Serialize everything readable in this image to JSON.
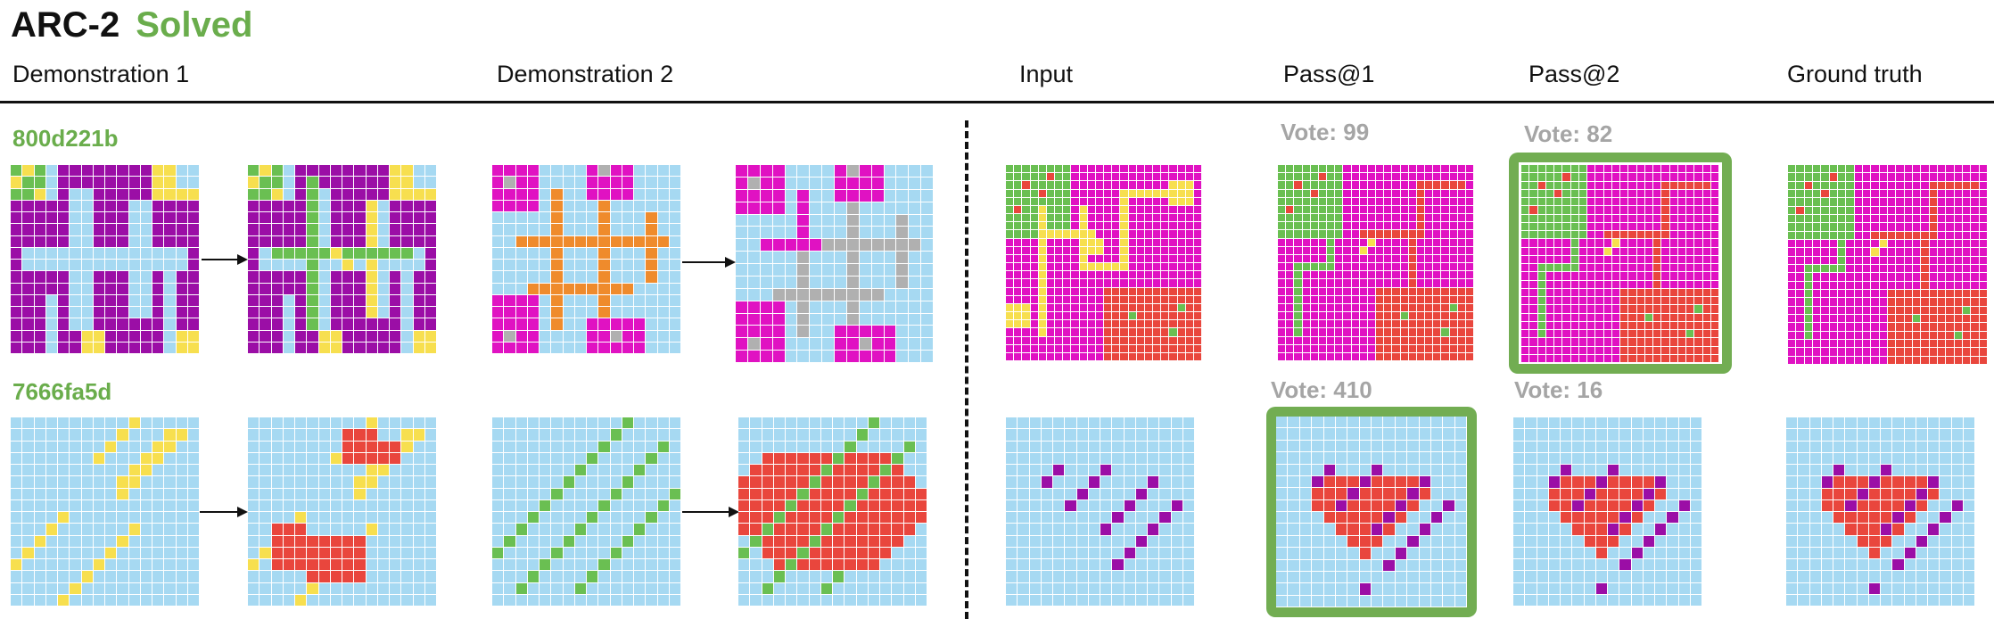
{
  "header": {
    "title": "ARC-2",
    "status": "Solved",
    "status_color": "#6aad4c"
  },
  "columns": [
    "Demonstration  1",
    "Demonstration 2",
    "Input",
    "Pass@1",
    "Pass@2",
    "Ground truth"
  ],
  "tasks": [
    {
      "id": "800d221b",
      "votes": [
        "Vote: 99",
        "Vote: 82"
      ],
      "solved_attempt": "Pass@2"
    },
    {
      "id": "7666fa5d",
      "votes": [
        "Vote: 410",
        "Vote: 16"
      ],
      "solved_attempt": "Pass@1"
    }
  ],
  "palette": {
    "lightblue": "#a6d9f2",
    "purple": "#9b0ea6",
    "yellow": "#f7df4f",
    "green": "#6abf52",
    "magenta": "#e012c2",
    "orange": "#ef8b2c",
    "gray": "#b0b0b0",
    "red": "#e9463d",
    "highlight": "#72ad52"
  },
  "icons": [
    "right-arrow-icon"
  ]
}
